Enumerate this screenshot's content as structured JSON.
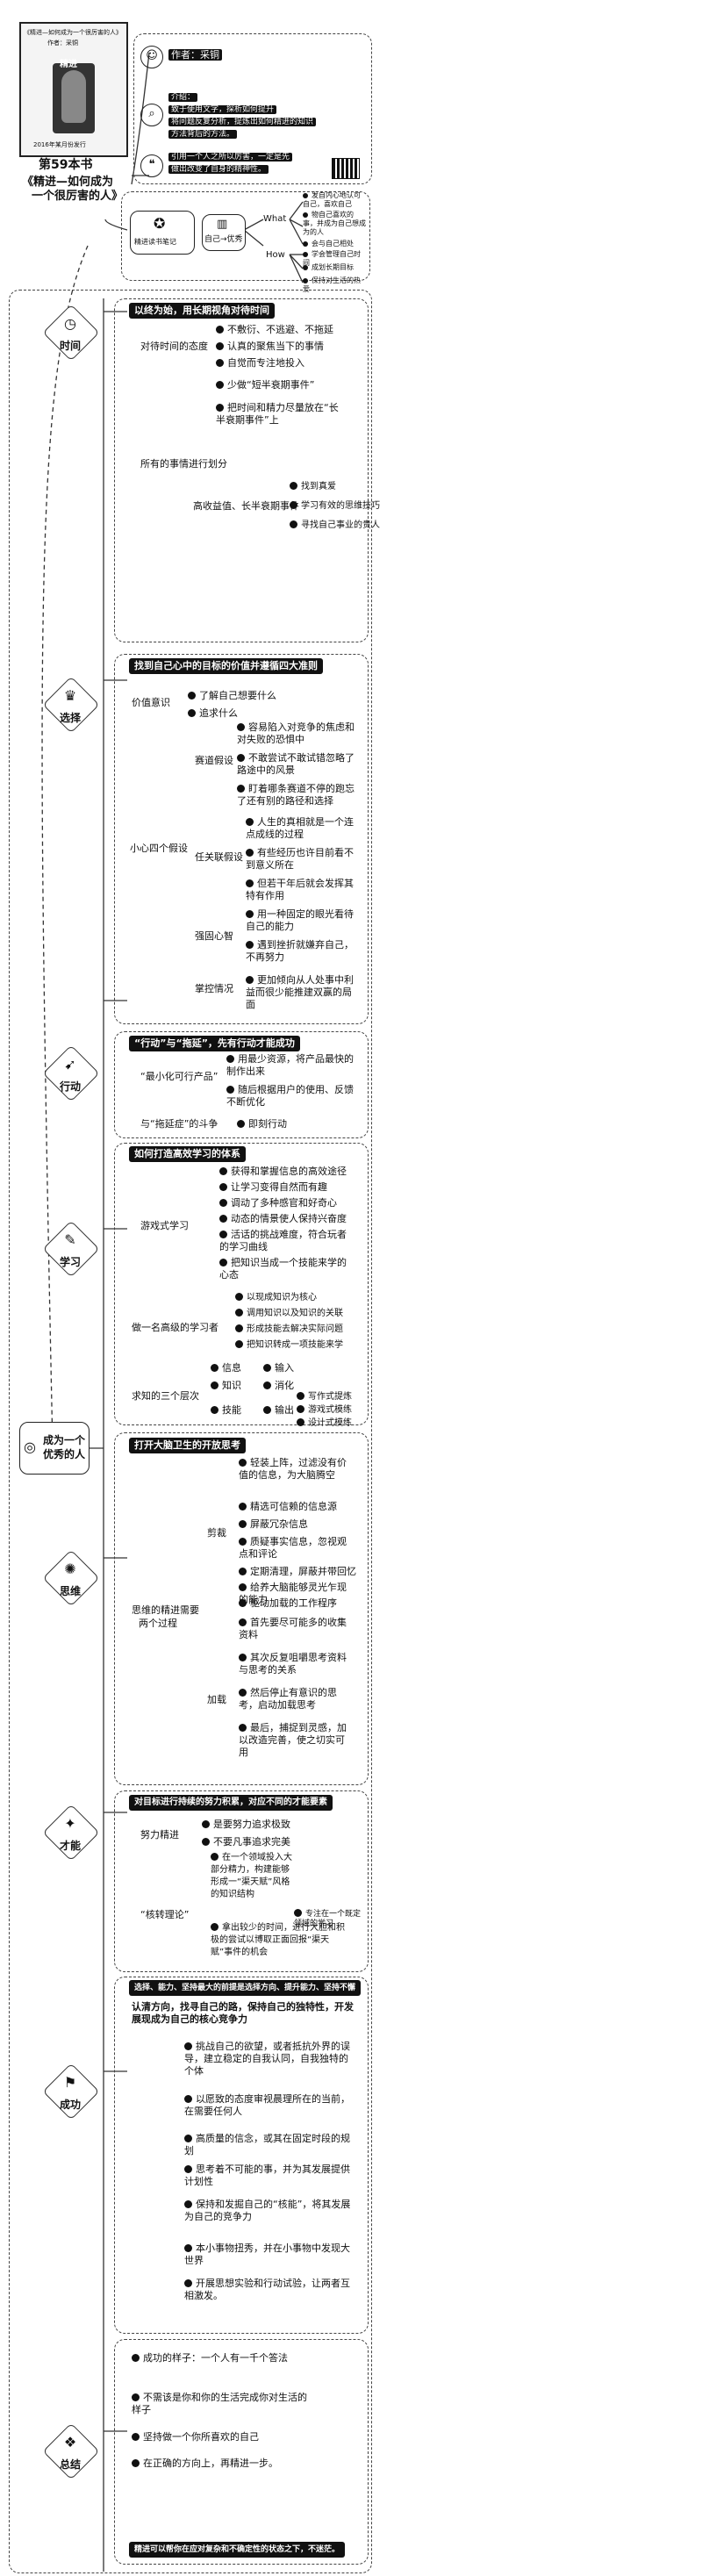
{
  "book": {
    "cover_title": "《精进—如何成为一个很厉害的人》",
    "cover_author": "作者：采铜",
    "cover_main": "精进",
    "cover_date": "2016年某月份发行",
    "badge": "第59本书",
    "title_line1": "《精进—如何成为",
    "title_line2": "一个很厉害的人》"
  },
  "info_panel": {
    "author_label": "作者：采铜",
    "intro_label": "介绍：",
    "intro_line1": "致于使用文字，探析如何提升",
    "intro_line2": "将问题反复分析，提炼出如何精进的知识",
    "intro_line3": "方法背后的方法。",
    "quote_line1": "引用一个人之所以厉害，一定是先",
    "quote_line2": "做出改变了自身的精神性。"
  },
  "summary": {
    "logo_text": "精进读书笔记",
    "center_label": "自己→优秀",
    "what_label": "What",
    "how_label": "How",
    "what_items": [
      "发自内心地认可自己，喜欢自己",
      "物自己喜欢的事，并成为自己想成为的人",
      "会与自己相处"
    ],
    "how_items": [
      "学会管理自己时间",
      "成划长期目标",
      "保持对生活的热爱"
    ]
  },
  "root": {
    "label_line1": "成为一个",
    "label_line2": "优秀的人"
  },
  "sections": {
    "time": {
      "label": "时间",
      "header": "以终为始，用长期视角对待时间",
      "g1_label": "对待时间的态度",
      "g1_items": [
        "不敷衍、不逃避、不拖延",
        "认真的聚焦当下的事情",
        "自觉而专注地投入"
      ],
      "g2_label": "所有的事情进行划分",
      "g2_a": "少做“短半衰期事件”",
      "g2_b": "把时间和精力尽量放在“长半衰期事件”上",
      "g2_c": "高收益值、长半衰期事件",
      "g2_c_items": [
        "找到真爱",
        "学习有效的思维技巧",
        "寻找自己事业的贵人"
      ]
    },
    "choice": {
      "label": "选择",
      "header": "找到自己心中的目标的价值并遵循四大准则",
      "g1_label": "价值意识",
      "g1_items": [
        "了解自己想要什么",
        "追求什么"
      ],
      "g2_label": "小心四个假设",
      "a1": "赛道假设",
      "a1_items": [
        "容易陷入对竞争的焦虑和对失败的恐惧中",
        "不敢尝试不敢试错忽略了路途中的风景",
        "盯着哪条赛道不停的跑忘了还有别的路径和选择"
      ],
      "a2": "任关联假设",
      "a2_items": [
        "人生的真相就是一个连点成线的过程",
        "有些经历也许目前看不到意义所在",
        "但若干年后就会发挥其特有作用"
      ],
      "a3": "强固心智",
      "a3_items": [
        "用一种固定的眼光看待自己的能力",
        "遇到挫折就嫌弃自己，不再努力"
      ],
      "a4": "掌控情况",
      "a4_items": [
        "更加倾向从人处事中利益而很少能推建双赢的局面"
      ]
    },
    "action": {
      "label": "行动",
      "header": "“行动”与“拖延”，先有行动才能成功",
      "g1_label": "“最小化可行产品”",
      "g1_items": [
        "用最少资源，将产品最快的制作出来",
        "随后根据用户的使用、反馈不断优化"
      ],
      "g2_label": "与“拖延症”的斗争",
      "g2_items": [
        "即刻行动"
      ]
    },
    "learn": {
      "label": "学习",
      "header": "如何打造高效学习的体系",
      "g1_label": "游戏式学习",
      "g1_items": [
        "获得和掌握信息的高效途径",
        "让学习变得自然而有趣",
        "调动了多种感官和好奇心",
        "动态的情景使人保持兴奋度",
        "活话的挑战难度，符合玩者的学习曲线",
        "把知识当成一个技能来学的心态"
      ],
      "g2_label": "做一名高级的学习者",
      "g2_items": [
        "以现成知识为核心",
        "调用知识以及知识的关联",
        "形成技能去解决实际问题",
        "把知识转成一项技能来学"
      ],
      "g3_label": "求知的三个层次",
      "lv1": "信息",
      "lv1b": "输入",
      "lv2": "知识",
      "lv2b": "消化",
      "lv3": "技能",
      "lv3b": "输出",
      "out_items": [
        "写作式提炼",
        "游戏式模练",
        "设计式模练"
      ]
    },
    "think": {
      "label": "思维",
      "header": "打开大脑卫生的开放思考",
      "g_label_1": "思维的精进需要",
      "g_label_2": "两个过程",
      "s1": "剪裁",
      "s1_items": [
        "轻装上阵，过滤没有价值的信息，为大脑腾空",
        "精选可信赖的信息源",
        "屏蔽冗杂信息",
        "质疑事实信息，忽视观点和评论",
        "定期清理，屏蔽并带回忆",
        "给养大脑能够灵光乍现的能力"
      ],
      "s2": "加载",
      "s2_items": [
        "驱动加载的工作程序",
        "首先要尽可能多的收集资料",
        "其次反复咀嚼思考资料与思考的关系",
        "然后停止有意识的思考，启动加载思考",
        "最后，捕捉到灵感，加以改造完善，使之切实可用"
      ]
    },
    "talent": {
      "label": "才能",
      "header": "对目标进行持续的努力积累，对应不同的才能要素",
      "g1_label": "努力精进",
      "g1_items": [
        "是要努力追求极致",
        "不要凡事追求完美"
      ],
      "g2_label": "“核转理论”",
      "g2_a": "在一个领域投入大部分精力，构建能够形成一“渠天赋”风格的知识结构",
      "g2_b": "专注在一个既定领域的学习",
      "g2_c": "拿出较少的时间，进行大胆和积极的尝试以博取正面回报“渠天赋”事件的机会"
    },
    "success": {
      "label": "成功",
      "header": "选择、能力、坚持最大的前提是选择方向、提升能力、坚持不懈",
      "intro": "认清方向，找寻自己的路，保持自己的独特性，开发展现成为自己的核心竞争力",
      "items": [
        "挑战自己的欲望，或者抵抗外界的误导，建立稳定的自我认同，自我独特的个体",
        "以愿致的态度审视晨理所在的当前，在需要任何人",
        "高质量的信念，或其在固定时段的规划",
        "思考着不可能的事，并为其发展提供计划性",
        "保持和发掘自己的“核能”，将其发展为自己的竞争力",
        "本小事物扭秀，并在小事物中发现大世界",
        "开展思想实验和行动试验，让两者互相激发。"
      ]
    },
    "summary": {
      "label": "总结",
      "items": [
        "成功的样子：一个人有一千个答法",
        "不需该是你和你的生活完成你对生活的样子",
        "坚持做一个你所喜欢的自己",
        "在正确的方向上，再精进一步。"
      ],
      "footer": "精进可以帮你在应对复杂和不确定性的状态之下，不迷茫。"
    }
  }
}
